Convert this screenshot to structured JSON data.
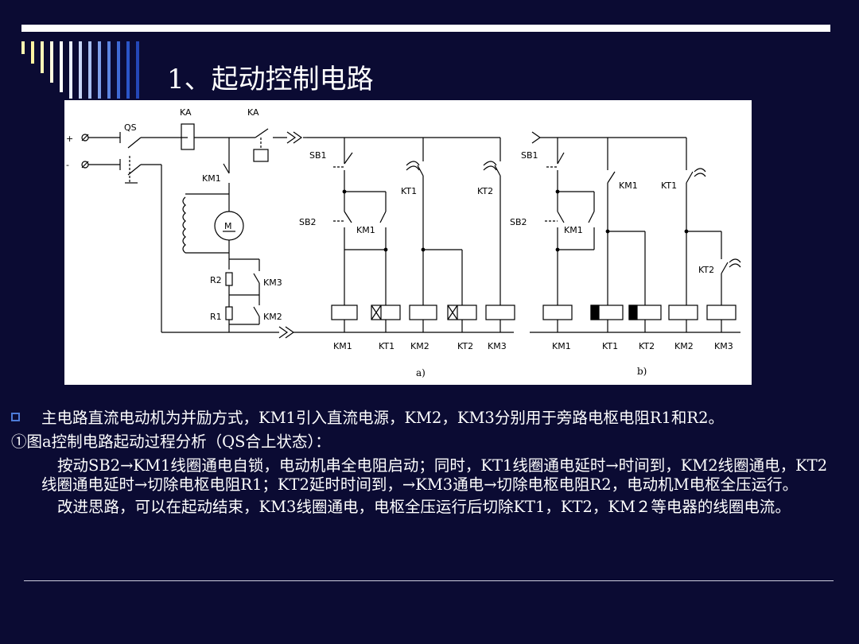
{
  "slide": {
    "title": "1、起动控制电路",
    "colors": {
      "background": "#0b0b33",
      "bullet": "#4d7bd8"
    }
  },
  "diagram": {
    "labels": {
      "ka1": "KA",
      "ka2": "KA",
      "qs": "QS",
      "plus": "+",
      "minus": "-",
      "km1_main": "KM1",
      "motor": "M",
      "r2": "R2",
      "km3_contact": "KM3",
      "r1": "R1",
      "km2_contact": "KM2",
      "a_sb1": "SB1",
      "a_sb2": "SB2",
      "a_km1": "KM1",
      "a_kt1": "KT1",
      "a_kt2": "KT2",
      "a_coils": [
        "KM1",
        "KT1",
        "KM2",
        "KT2",
        "KM3"
      ],
      "cap_a": "a)",
      "b_sb1": "SB1",
      "b_sb2": "SB2",
      "b_km1": "KM1",
      "b_km1c": "KM1",
      "b_kt1": "KT1",
      "b_kt2": "KT2",
      "b_coils": [
        "KM1",
        "KT1",
        "KT2",
        "KM2",
        "KM3"
      ],
      "cap_b": "b)"
    }
  },
  "text": {
    "bullet1": "主电路直流电动机为并励方式，KM1引入直流电源，KM2，KM3分别用于旁路电枢电阻R1和R2。",
    "line2": "①图a控制电路起动过程分析（QS合上状态）：",
    "para1": "按动SB2→KM1线圈通电自锁，电动机串全电阻启动；同时，KT1线圈通电延时→时间到，KM2线圈通电，KT2线圈通电延时→切除电枢电阻R1；KT2延时时间到，→KM3通电→切除电枢电阻R2，电动机M电枢全压运行。",
    "para2": "改进思路，可以在起动结束，KM3线圈通电，电枢全压运行后切除KT1，KT2，KM２等电器的线圈电流。"
  }
}
